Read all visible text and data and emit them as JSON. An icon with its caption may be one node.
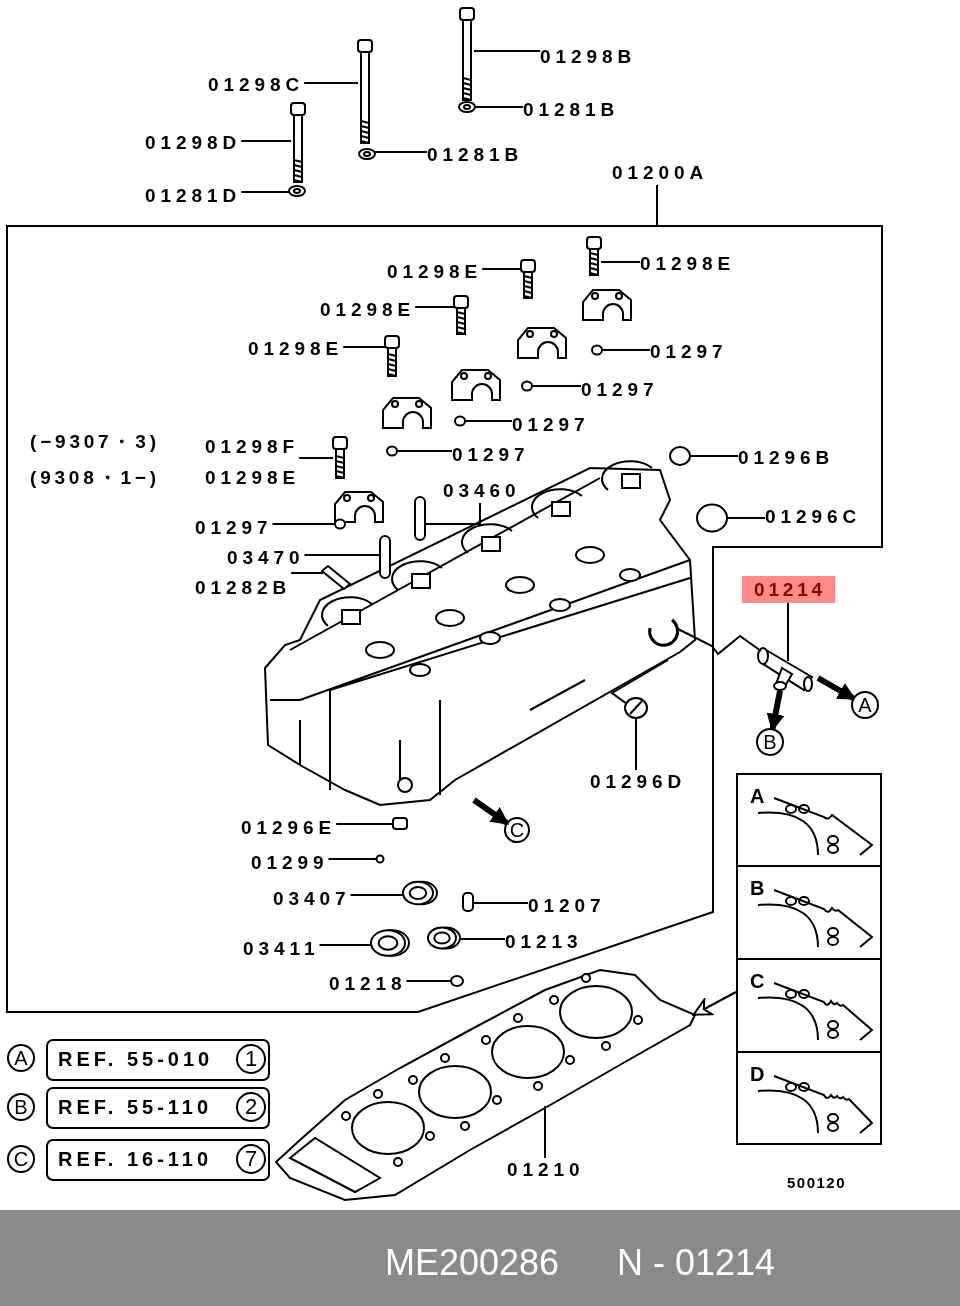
{
  "diagram": {
    "nodes": [
      {
        "text": [
          "01298B"
        ]
      },
      {
        "text": [
          "01281B"
        ]
      },
      {
        "text": [
          "01298C"
        ]
      },
      {
        "text": [
          "01281B"
        ]
      },
      {
        "text": [
          "01298D"
        ]
      },
      {
        "text": [
          "01281D"
        ]
      },
      {
        "text": [
          "01200A"
        ]
      },
      {
        "text": [],
        "shape": "box"
      },
      {
        "text": [
          "01298E"
        ],
        "in": 7
      },
      {
        "text": [
          "01298E"
        ],
        "in": 7
      },
      {
        "text": [
          "01298E"
        ],
        "in": 7
      },
      {
        "text": [
          "01297"
        ],
        "in": 7
      },
      {
        "text": [
          "01298E"
        ],
        "in": 7
      },
      {
        "text": [
          "01297"
        ],
        "in": 7
      },
      {
        "text": [
          "01297"
        ],
        "in": 7
      },
      {
        "text": [
          "01298F"
        ],
        "in": 7
      },
      {
        "text": [
          "01298E"
        ],
        "in": 7
      },
      {
        "text": [
          "01297"
        ],
        "in": 7
      },
      {
        "text": [
          "01296B"
        ],
        "in": 7
      },
      {
        "text": [
          "03460"
        ],
        "in": 7
      },
      {
        "text": [
          "01296C"
        ],
        "in": 7
      },
      {
        "text": [
          "01297"
        ],
        "in": 7
      },
      {
        "text": [
          "03470"
        ],
        "in": 7
      },
      {
        "text": [
          "01282B"
        ],
        "in": 7
      },
      {
        "text": [
          "01296D"
        ],
        "in": 7
      },
      {
        "text": [
          "01296E"
        ],
        "in": 7
      },
      {
        "text": [
          "01299"
        ],
        "in": 7
      },
      {
        "text": [
          "03407"
        ],
        "in": 7
      },
      {
        "text": [
          "01207"
        ],
        "in": 7
      },
      {
        "text": [
          "03411"
        ],
        "in": 7
      },
      {
        "text": [
          "01213"
        ],
        "in": 7
      },
      {
        "text": [
          "01218"
        ],
        "in": 7
      },
      {
        "text": [
          "C"
        ],
        "in": 7
      },
      {
        "text": [
          "01214"
        ]
      },
      {
        "text": [
          "A"
        ]
      },
      {
        "text": [
          "B"
        ]
      },
      {
        "text": [
          "A"
        ]
      },
      {
        "text": [
          "B"
        ]
      },
      {
        "text": [
          "C"
        ]
      },
      {
        "text": [
          "D"
        ]
      },
      {
        "text": [
          "A"
        ]
      },
      {
        "text": [
          "REF. 55-010",
          "1"
        ]
      },
      {
        "text": [
          "B"
        ]
      },
      {
        "text": [
          "REF. 55-110",
          "2"
        ]
      },
      {
        "text": [
          "C"
        ]
      },
      {
        "text": [
          "REF. 16-110",
          "7"
        ]
      },
      {
        "text": [
          "01210"
        ]
      },
      {
        "text": [],
        "shape": "picture"
      },
      {
        "text": [],
        "shape": "picture"
      },
      {
        "text": [],
        "shape": "picture"
      },
      {
        "text": [],
        "shape": "picture"
      },
      {
        "text": [],
        "shape": "picture"
      },
      {
        "text": [],
        "shape": "picture"
      },
      {
        "text": [],
        "shape": "picture",
        "in": 7
      },
      {
        "text": [],
        "shape": "picture",
        "in": 7
      },
      {
        "text": [],
        "shape": "picture",
        "in": 7
      },
      {
        "text": [],
        "shape": "picture",
        "in": 7
      },
      {
        "text": [],
        "shape": "picture",
        "in": 7
      },
      {
        "text": [],
        "shape": "circle",
        "in": 7
      },
      {
        "text": [],
        "shape": "circle",
        "in": 7
      },
      {
        "text": [],
        "shape": "circle",
        "in": 7
      },
      {
        "text": [],
        "shape": "circle",
        "in": 7
      },
      {
        "text": [],
        "shape": "circle",
        "in": 7
      },
      {
        "text": [],
        "shape": "circle",
        "in": 7
      },
      {
        "text": [],
        "shape": "box",
        "in": 7
      },
      {
        "text": [],
        "shape": "circle",
        "in": 7
      },
      {
        "text": [],
        "shape": "box",
        "in": 7
      },
      {
        "text": [],
        "shape": "picture",
        "in": 7
      },
      {
        "text": [],
        "shape": "picture",
        "in": 7
      },
      {
        "text": [],
        "shape": "box",
        "in": 7
      },
      {
        "text": [],
        "shape": "circle",
        "in": 7
      },
      {
        "text": [],
        "shape": "picture",
        "in": 7
      },
      {
        "text": [],
        "shape": "picture",
        "in": 7
      },
      {
        "text": [],
        "shape": "picture",
        "in": 7
      },
      {
        "text": [],
        "shape": "picture",
        "in": 7
      },
      {
        "text": [],
        "shape": "circle",
        "in": 7
      },
      {
        "text": [],
        "shape": "picture",
        "in": 7
      },
      {
        "text": [],
        "shape": "picture"
      },
      {
        "text": [],
        "shape": "picture"
      }
    ],
    "edges": [
      {
        "from": 0,
        "to": 47,
        "arrow": "none"
      },
      {
        "from": 1,
        "to": 48,
        "arrow": "none"
      },
      {
        "from": 2,
        "to": 49,
        "arrow": "none"
      },
      {
        "from": 3,
        "to": 50,
        "arrow": "none"
      },
      {
        "from": 4,
        "to": 51,
        "arrow": "none"
      },
      {
        "from": 5,
        "to": 52,
        "arrow": "none"
      },
      {
        "from": 6,
        "to": 7,
        "arrow": "none"
      },
      {
        "from": 8,
        "to": 53,
        "arrow": "none"
      },
      {
        "from": 9,
        "to": 54,
        "arrow": "none"
      },
      {
        "from": 10,
        "to": 55,
        "arrow": "none"
      },
      {
        "from": 11,
        "to": 58,
        "arrow": "none"
      },
      {
        "from": 12,
        "to": 56,
        "arrow": "none"
      },
      {
        "from": 13,
        "to": 59,
        "arrow": "none"
      },
      {
        "from": 14,
        "to": 60,
        "arrow": "none"
      },
      {
        "from": 15,
        "to": 57,
        "arrow": "none"
      },
      {
        "from": 17,
        "to": 61,
        "arrow": "none"
      },
      {
        "from": 18,
        "to": 63,
        "arrow": "none"
      },
      {
        "from": 19,
        "to": 64,
        "arrow": "none"
      },
      {
        "from": 20,
        "to": 65,
        "arrow": "none"
      },
      {
        "from": 21,
        "to": 62,
        "arrow": "none"
      },
      {
        "from": 22,
        "to": 66,
        "arrow": "none"
      },
      {
        "from": 23,
        "to": 67,
        "arrow": "none"
      },
      {
        "from": 24,
        "to": 68,
        "arrow": "none"
      },
      {
        "from": 25,
        "to": 69,
        "arrow": "none"
      },
      {
        "from": 26,
        "to": 70,
        "arrow": "none"
      },
      {
        "from": 27,
        "to": 71,
        "arrow": "none"
      },
      {
        "from": 28,
        "to": 72,
        "arrow": "none"
      },
      {
        "from": 29,
        "to": 73,
        "arrow": "none"
      },
      {
        "from": 30,
        "to": 74,
        "arrow": "none"
      },
      {
        "from": 31,
        "to": 75,
        "arrow": "none"
      },
      {
        "from": 33,
        "to": 77,
        "arrow": "none"
      },
      {
        "from": 46,
        "to": 78,
        "arrow": "none"
      },
      {
        "from": 77,
        "to": 34,
        "arrow": "to",
        "style": "thick"
      },
      {
        "from": 77,
        "to": 35,
        "arrow": "to",
        "style": "thick"
      },
      {
        "from": 76,
        "to": 32,
        "arrow": "to",
        "style": "thick"
      },
      {
        "from": 76,
        "to": 77,
        "arrow": "none"
      },
      {
        "from": 68,
        "to": 76,
        "arrow": "none"
      },
      {
        "from": 38,
        "to": 78,
        "arrow": "to"
      }
    ],
    "labels": [
      "(−9307・3)",
      "(9308・1−)",
      "500120",
      "ME200286",
      "N - 01214"
    ]
  }
}
